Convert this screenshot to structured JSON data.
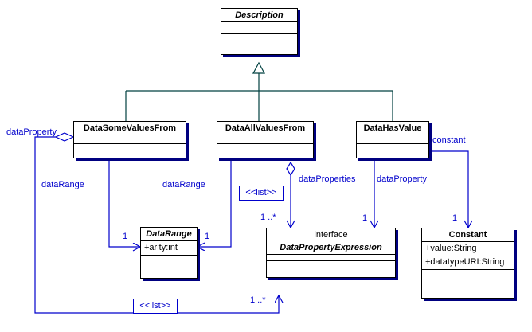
{
  "diagram": {
    "type": "uml-class-diagram",
    "title": "Data range and data property expression class diagram",
    "colors": {
      "class_border": "#000000",
      "class_shadow": "#000080",
      "association": "#0000cc",
      "generalization": "#004040",
      "background": "#ffffff"
    }
  },
  "classes": [
    {
      "id": "description",
      "name": "Description",
      "stereotype": "",
      "abstract": true,
      "attributes": []
    },
    {
      "id": "data-some-values-from",
      "name": "DataSomeValuesFrom",
      "stereotype": "",
      "abstract": false,
      "attributes": []
    },
    {
      "id": "data-all-values-from",
      "name": "DataAllValuesFrom",
      "stereotype": "",
      "abstract": false,
      "attributes": []
    },
    {
      "id": "data-has-value",
      "name": "DataHasValue",
      "stereotype": "",
      "abstract": false,
      "attributes": []
    },
    {
      "id": "data-range",
      "name": "DataRange",
      "stereotype": "",
      "abstract": true,
      "attributes": [
        "+arity:int"
      ]
    },
    {
      "id": "data-property-expression",
      "name": "DataPropertyExpression",
      "stereotype": "interface",
      "abstract": true,
      "attributes": []
    },
    {
      "id": "constant",
      "name": "Constant",
      "stereotype": "",
      "abstract": false,
      "attributes": [
        "+value:String",
        "+datatypeURI:String"
      ]
    }
  ],
  "stereotype_nodes": [
    {
      "id": "list-upper",
      "label": "<<list>>"
    },
    {
      "id": "list-lower",
      "label": "<<list>>"
    }
  ],
  "associations": [
    {
      "id": "some-dataproperty",
      "from": "data-some-values-from",
      "to": "data-property-expression",
      "role": "dataProperty",
      "multiplicity": "1 ..*",
      "aggregation": "shared",
      "via": "list-lower"
    },
    {
      "id": "some-datarange",
      "from": "data-some-values-from",
      "to": "data-range",
      "role": "dataRange",
      "multiplicity": "1",
      "aggregation": "none",
      "via": ""
    },
    {
      "id": "all-datarange",
      "from": "data-all-values-from",
      "to": "data-range",
      "role": "dataRange",
      "multiplicity": "1",
      "aggregation": "none",
      "via": ""
    },
    {
      "id": "all-dataproperties",
      "from": "data-all-values-from",
      "to": "data-property-expression",
      "role": "dataProperties",
      "multiplicity": "1 ..*",
      "aggregation": "shared",
      "via": "list-upper"
    },
    {
      "id": "hasvalue-dataproperty",
      "from": "data-has-value",
      "to": "data-property-expression",
      "role": "dataProperty",
      "multiplicity": "1",
      "aggregation": "none",
      "via": ""
    },
    {
      "id": "hasvalue-constant",
      "from": "data-has-value",
      "to": "constant",
      "role": "constant",
      "multiplicity": "1",
      "aggregation": "none",
      "via": ""
    }
  ],
  "generalizations": [
    {
      "id": "gen-some",
      "from": "data-some-values-from",
      "to": "description"
    },
    {
      "id": "gen-all",
      "from": "data-all-values-from",
      "to": "description"
    },
    {
      "id": "gen-has",
      "from": "data-has-value",
      "to": "description"
    }
  ],
  "labels": {
    "data_property_left": "dataProperty",
    "data_range_left": "dataRange",
    "data_range_mid": "dataRange",
    "data_properties": "dataProperties",
    "data_property_right": "dataProperty",
    "constant": "constant",
    "mult_one_a": "1",
    "mult_one_b": "1",
    "mult_one_c": "1",
    "mult_one_d": "1",
    "mult_many_a": "1 ..*",
    "mult_many_b": "1 ..*"
  }
}
